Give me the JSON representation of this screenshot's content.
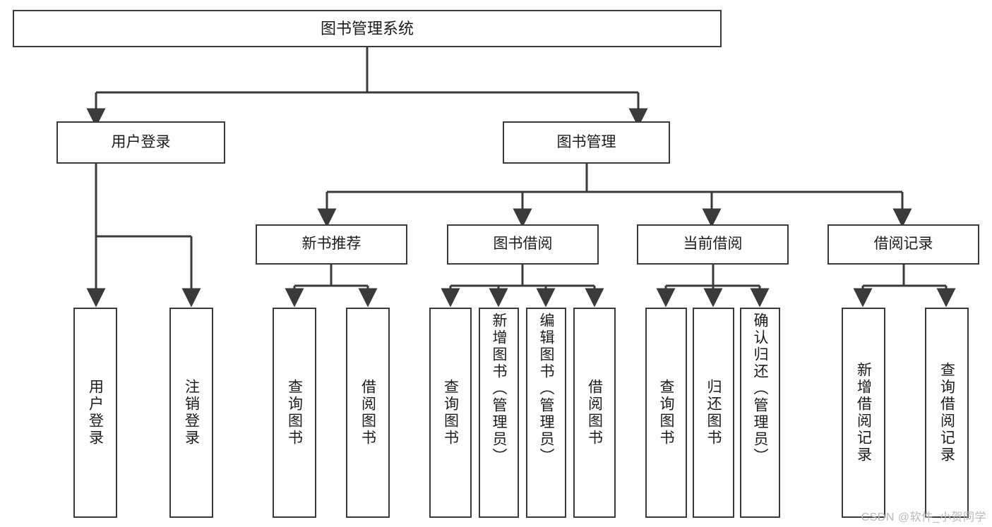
{
  "diagram": {
    "title": "图书管理系统",
    "type": "tree-hierarchy-functional-decomposition",
    "root": {
      "id": "root",
      "label": "图书管理系统"
    },
    "tier2": [
      {
        "id": "user-login",
        "label": "用户登录"
      },
      {
        "id": "book-management",
        "label": "图书管理"
      }
    ],
    "tier3": [
      {
        "id": "new-book-recommend",
        "label": "新书推荐",
        "parent": "book-management"
      },
      {
        "id": "book-borrow",
        "label": "图书借阅",
        "parent": "book-management"
      },
      {
        "id": "current-borrow",
        "label": "当前借阅",
        "parent": "book-management"
      },
      {
        "id": "borrow-record",
        "label": "借阅记录",
        "parent": "book-management"
      }
    ],
    "leaves": [
      {
        "id": "leaf-user-login",
        "label": "用户登录",
        "parent": "user-login"
      },
      {
        "id": "leaf-logout-login",
        "label": "注销登录",
        "parent": "user-login"
      },
      {
        "id": "leaf-query-book-1",
        "label": "查询图书",
        "parent": "new-book-recommend"
      },
      {
        "id": "leaf-borrow-book-1",
        "label": "借阅图书",
        "parent": "new-book-recommend"
      },
      {
        "id": "leaf-query-book-2",
        "label": "查询图书",
        "parent": "book-borrow"
      },
      {
        "id": "leaf-add-book",
        "label": "新增图书（管理员）",
        "parent": "book-borrow"
      },
      {
        "id": "leaf-edit-book",
        "label": "编辑图书（管理员）",
        "parent": "book-borrow"
      },
      {
        "id": "leaf-borrow-book-2",
        "label": "借阅图书",
        "parent": "book-borrow"
      },
      {
        "id": "leaf-query-book-3",
        "label": "查询图书",
        "parent": "current-borrow"
      },
      {
        "id": "leaf-return-book",
        "label": "归还图书",
        "parent": "current-borrow"
      },
      {
        "id": "leaf-confirm-return",
        "label": "确认归还（管理员）",
        "parent": "current-borrow"
      },
      {
        "id": "leaf-add-record",
        "label": "新增借阅记录",
        "parent": "borrow-record"
      },
      {
        "id": "leaf-query-record",
        "label": "查询借阅记录",
        "parent": "borrow-record"
      }
    ],
    "watermark": "CSDN @软件_小贺同学",
    "colors": {
      "stroke": "#3a3a3a",
      "fill": "#ffffff",
      "text": "#1b1b1b",
      "watermark": "#b9b9b9"
    }
  }
}
